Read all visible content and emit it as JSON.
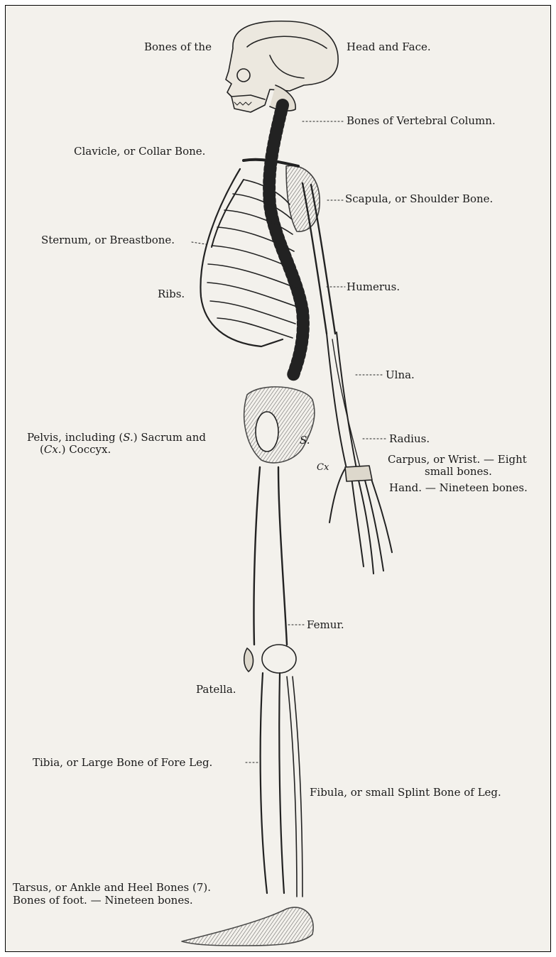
{
  "labels": {
    "head_left": "Bones of the",
    "head_right": "Head and Face.",
    "vertebral": "Bones of Vertebral Column.",
    "clavicle": "Clavicle, or Collar Bone.",
    "scapula": "Scapula, or Shoulder Bone.",
    "sternum": "Sternum, or Breastbone.",
    "ribs": "Ribs.",
    "humerus": "Humerus.",
    "ulna": "Ulna.",
    "pelvis_1_a": "Pelvis, including (",
    "pelvis_1_s": "S.",
    "pelvis_1_b": ") Sacrum and",
    "pelvis_2_a": "(",
    "pelvis_2_cx": "Cx.",
    "pelvis_2_b": ") Coccyx.",
    "sacrum_mark": "S.",
    "coccyx_mark": "Cx",
    "radius": "Radius.",
    "carpus_1": "Carpus, or Wrist. — Eight",
    "carpus_2": "small bones.",
    "hand": "Hand. — Nineteen bones.",
    "femur": "Femur.",
    "patella": "Patella.",
    "tibia": "Tibia, or Large Bone of Fore Leg.",
    "fibula": "Fibula, or small Splint Bone of Leg.",
    "tarsus": "Tarsus, or Ankle and Heel Bones (7).",
    "foot": "Bones of foot. — Nineteen bones."
  }
}
